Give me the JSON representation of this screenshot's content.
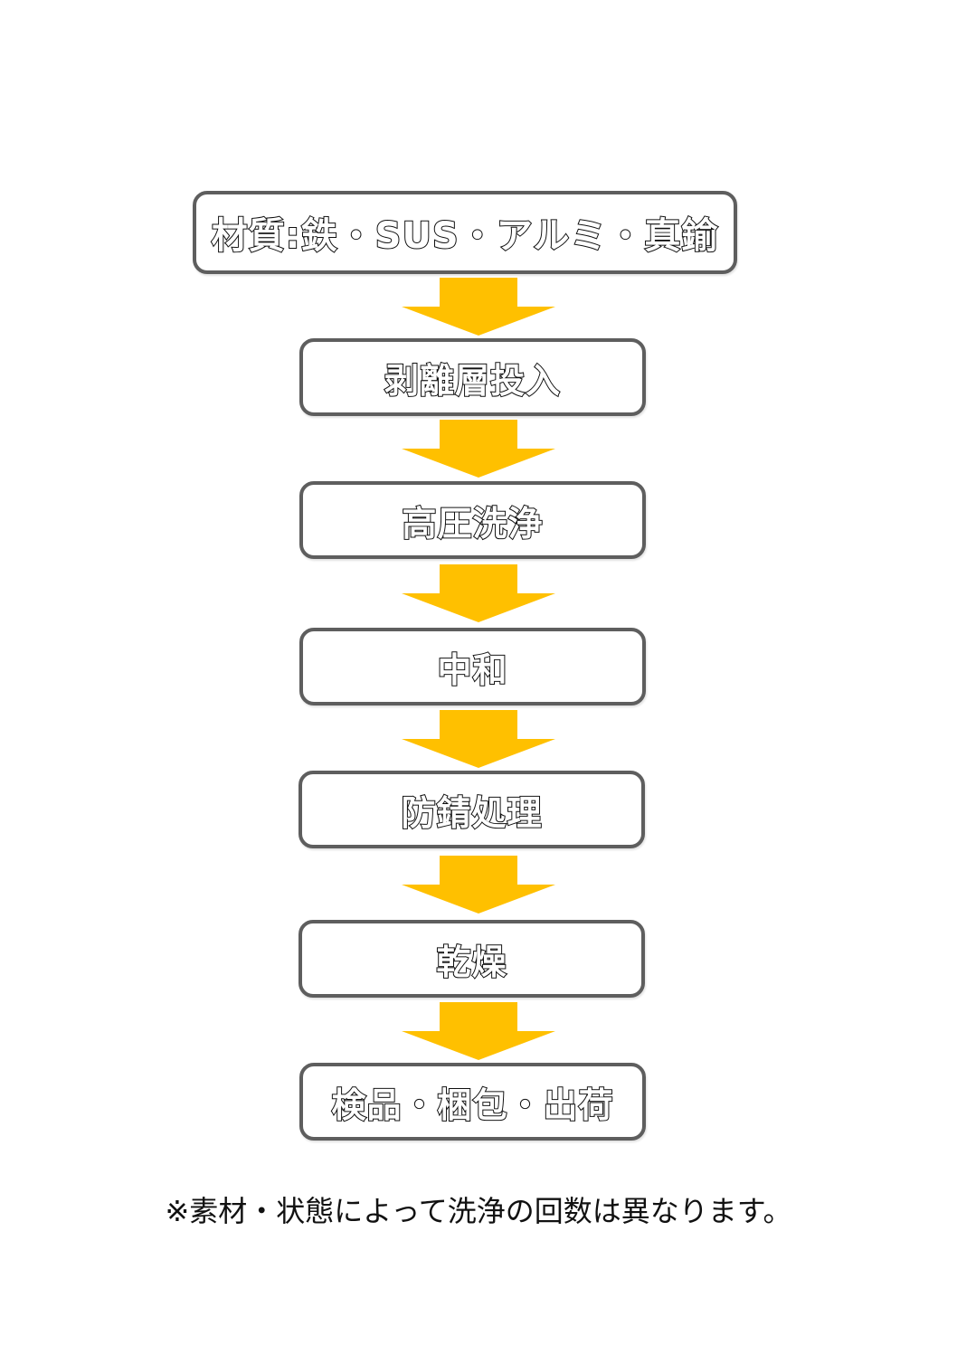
{
  "steps": [
    {
      "label": "材質:鉄・SUS・アルミ・真鍮"
    },
    {
      "label": "剥離層投入"
    },
    {
      "label": "高圧洗浄"
    },
    {
      "label": "中和"
    },
    {
      "label": "防錆処理"
    },
    {
      "label": "乾燥"
    },
    {
      "label": "検品・梱包・出荷"
    }
  ],
  "note": "※素材・状態によって洗浄の回数は異なります。",
  "colors": {
    "arrow": "#FFC000",
    "box_border": "#5E5E5E"
  }
}
